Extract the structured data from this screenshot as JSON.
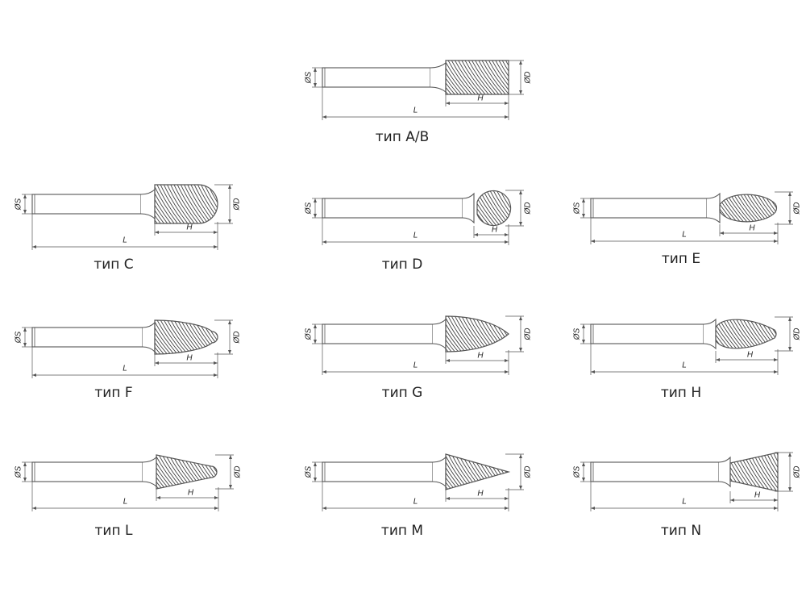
{
  "dimension_labels": {
    "shank": "ØS",
    "head": "ØD",
    "head_length": "H",
    "total_length": "L"
  },
  "types": [
    {
      "id": "AB",
      "caption": "тип A/B",
      "profile": "cylinder"
    },
    {
      "id": "C",
      "caption": "тип C",
      "profile": "ball-nose cylinder"
    },
    {
      "id": "D",
      "caption": "тип D",
      "profile": "ball"
    },
    {
      "id": "E",
      "caption": "тип E",
      "profile": "oval"
    },
    {
      "id": "F",
      "caption": "тип F",
      "profile": "tree radius end"
    },
    {
      "id": "G",
      "caption": "тип G",
      "profile": "tree pointed end"
    },
    {
      "id": "H",
      "caption": "тип H",
      "profile": "flame"
    },
    {
      "id": "L",
      "caption": "тип L",
      "profile": "cone radius end"
    },
    {
      "id": "M",
      "caption": "тип M",
      "profile": "cone pointed end"
    },
    {
      "id": "N",
      "caption": "тип N",
      "profile": "inverted cone"
    }
  ],
  "colors": {
    "line": "#555555",
    "hatch": "#444444",
    "text": "#222222"
  }
}
